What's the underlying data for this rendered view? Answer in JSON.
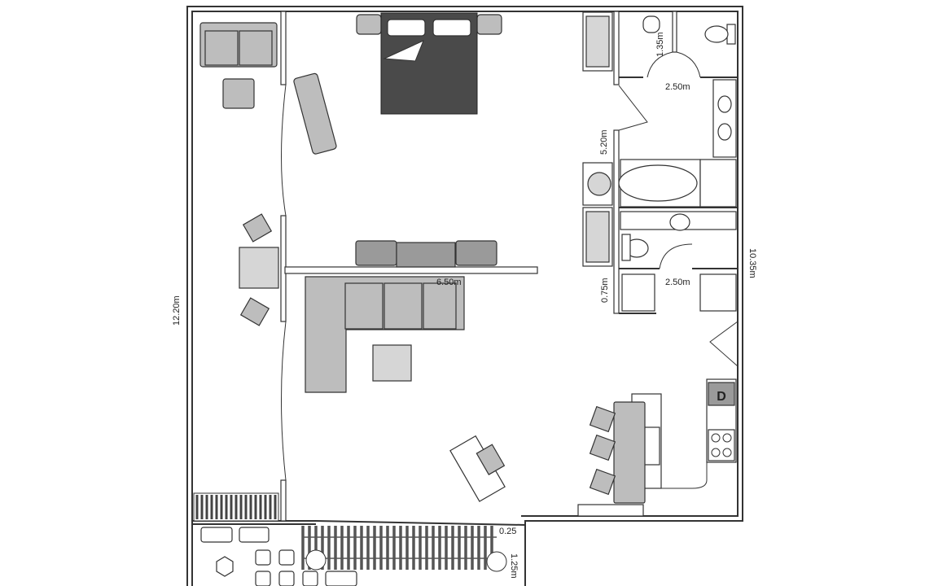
{
  "plan": {
    "dimensions": {
      "bath_shower_width": "1.35m",
      "bath_top_width": "2.50m",
      "closet_height": "5.20m",
      "east_wall": "10.35m",
      "west_wall": "12.20m",
      "partition": "6.50m",
      "closet_gap": "0.75m",
      "bath_bottom_width": "2.50m",
      "patio_offset": "0.25",
      "patio_small": "1.25m"
    },
    "fixtures": {
      "dryer_label": "D"
    }
  }
}
